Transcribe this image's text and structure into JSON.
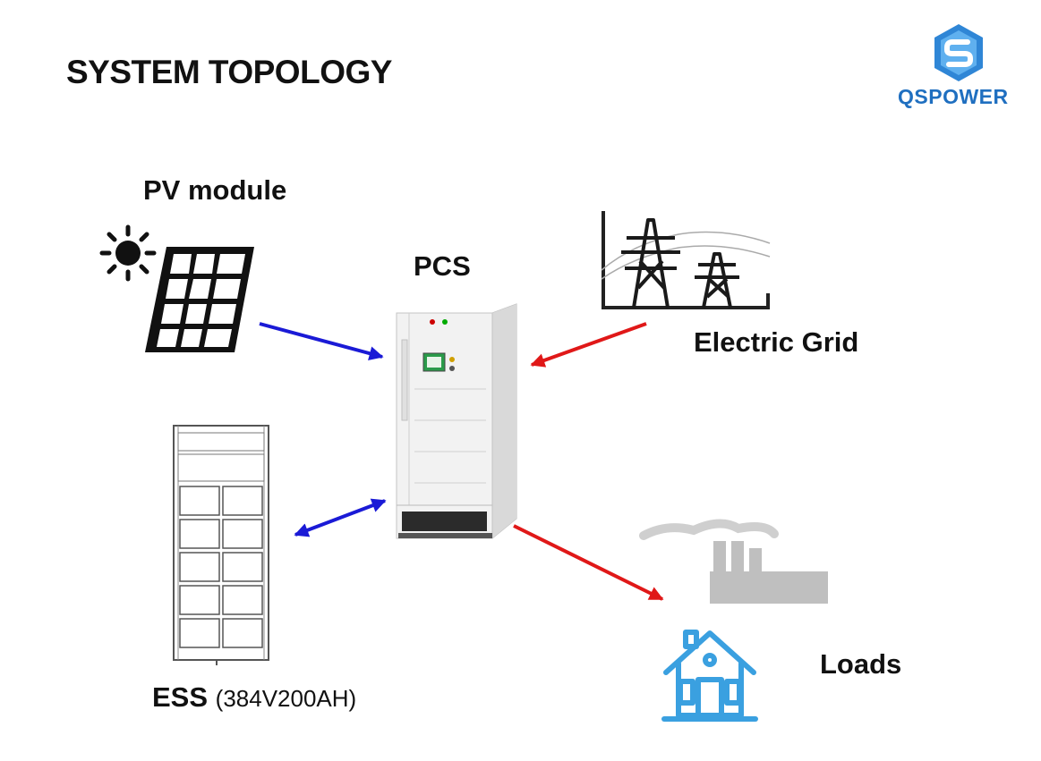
{
  "title": "SYSTEM TOPOLOGY",
  "logo": {
    "text": "QSPOWER",
    "color": "#1f6fc0"
  },
  "nodes": {
    "pv": {
      "label": "PV module"
    },
    "pcs": {
      "label": "PCS"
    },
    "grid": {
      "label": "Electric Grid"
    },
    "loads": {
      "label": "Loads"
    },
    "ess": {
      "label": "ESS",
      "sublabel": "(384V200AH)"
    }
  },
  "arrows": [
    {
      "from": "pv",
      "to": "pcs",
      "color": "#1a1ad6",
      "direction": "one-way"
    },
    {
      "from": "grid",
      "to": "pcs",
      "color": "#e01818",
      "direction": "one-way"
    },
    {
      "from": "ess",
      "to": "pcs",
      "color": "#1a1ad6",
      "direction": "two-way"
    },
    {
      "from": "pcs",
      "to": "loads",
      "color": "#e01818",
      "direction": "one-way"
    }
  ]
}
